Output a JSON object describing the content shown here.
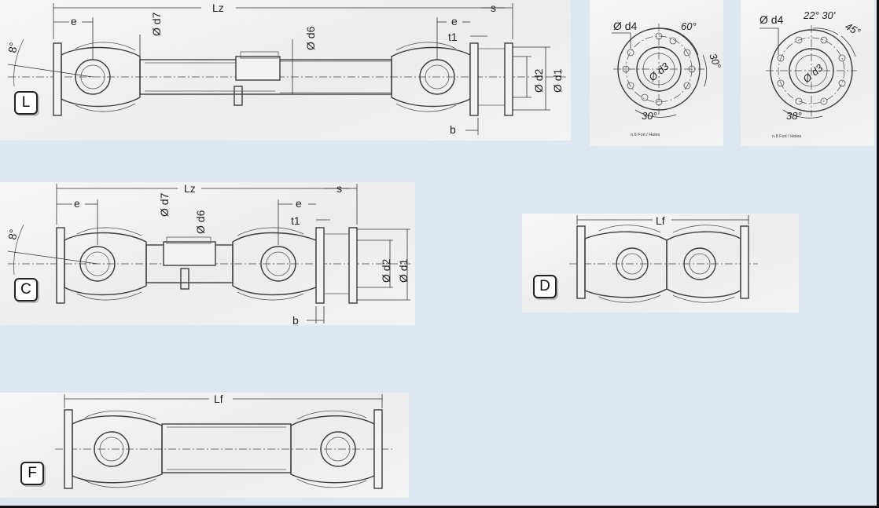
{
  "labels": {
    "Lz": "Lz",
    "Lf": "Lf",
    "e": "e",
    "s": "s",
    "t1": "t1",
    "b": "b",
    "d1": "Ø d1",
    "d2": "Ø d2",
    "d3": "Ø d3",
    "d4": "Ø d4",
    "d6": "Ø d6",
    "d7": "Ø d7",
    "angle": "8°"
  },
  "badges": {
    "L": "L",
    "C": "C",
    "D": "D",
    "F": "F"
  },
  "flange6": {
    "a60": "60°",
    "a30r": "30°",
    "a30b": "30°",
    "note": "n.6 Fori / Holes"
  },
  "flange8": {
    "a22": "22° 30'",
    "a45": "45°",
    "a38": "38°",
    "note": "n.8 Fori / Holes"
  },
  "colors": {
    "background": "#dde6f1",
    "panel": "#f2f2f2",
    "line": "#3c3c3c"
  }
}
